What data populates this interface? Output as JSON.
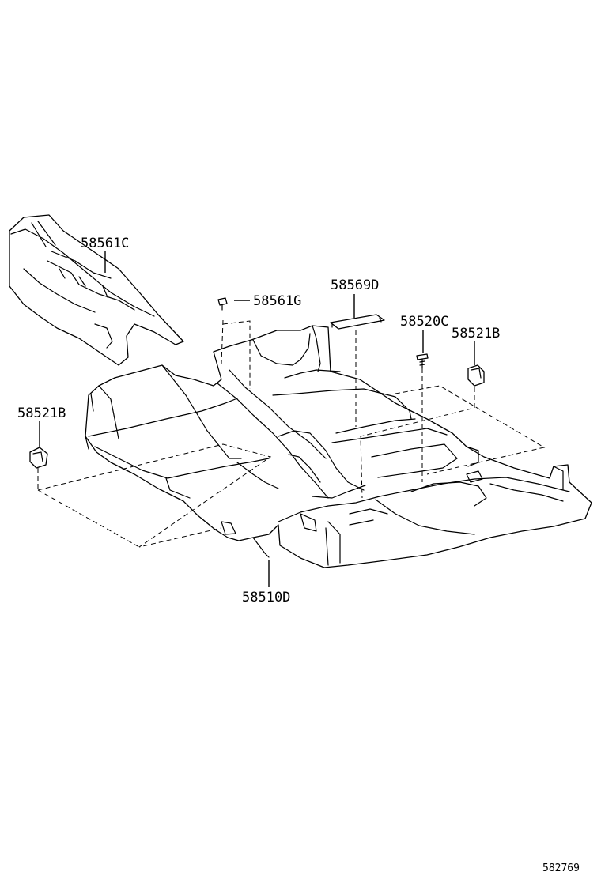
{
  "labels": {
    "p58561C": "58561C",
    "p58569D": "58569D",
    "p58561G": "58561G",
    "p58520C": "58520C",
    "p58521B_right": "58521B",
    "p58521B_left": "58521B",
    "p58510D": "58510D"
  },
  "reference_number": "582769"
}
